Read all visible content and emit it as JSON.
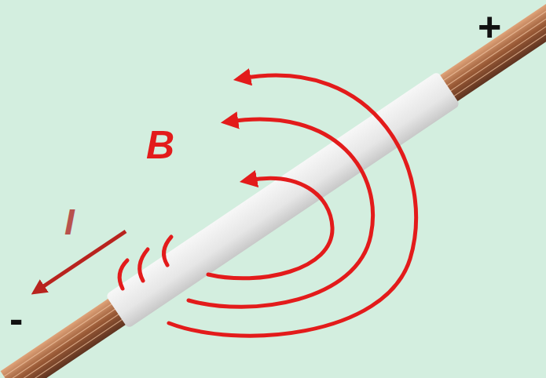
{
  "diagram": {
    "labels": [
      "+",
      "B",
      "I",
      "-"
    ]
  }
}
